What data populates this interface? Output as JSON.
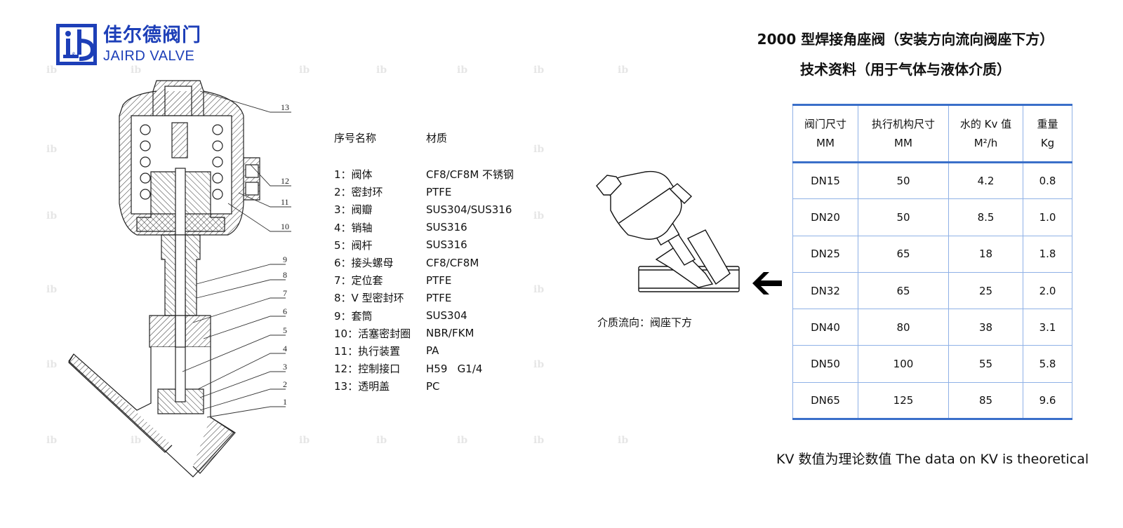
{
  "brand": {
    "name_cn": "佳尔德阀门",
    "name_en": "JAIRD VALVE",
    "color": "#1d3fb8"
  },
  "title": {
    "line1": "2000 型焊接角座阀（安装方向流向阀座下方）",
    "line2": "技术资料（用于气体与液体介质）"
  },
  "parts": {
    "header_name": "序号名称",
    "header_material": "材质",
    "items": [
      {
        "name": "1：阀体",
        "material": "CF8/CF8M 不锈钢"
      },
      {
        "name": "2：密封环",
        "material": "PTFE"
      },
      {
        "name": "3：阀瓣",
        "material": "SUS304/SUS316"
      },
      {
        "name": "4：销轴",
        "material": "SUS316"
      },
      {
        "name": "5：阀杆",
        "material": "SUS316"
      },
      {
        "name": "6：接头螺母",
        "material": "CF8/CF8M"
      },
      {
        "name": "7：定位套",
        "material": "PTFE"
      },
      {
        "name": "8：V 型密封环",
        "material": "PTFE"
      },
      {
        "name": "9：套筒",
        "material": "SUS304"
      },
      {
        "name": "10：活塞密封圈",
        "material": "NBR/FKM"
      },
      {
        "name": "11：执行装置",
        "material": "PA"
      },
      {
        "name": "12：控制接口",
        "material": "H59   G1/4"
      },
      {
        "name": "13：透明盖",
        "material": "PC"
      }
    ]
  },
  "drawing": {
    "callouts": [
      "13",
      "12",
      "11",
      "10",
      "9",
      "8",
      "7",
      "6",
      "5",
      "4",
      "3",
      "2",
      "1"
    ]
  },
  "flow": {
    "caption": "介质流向：阀座下方",
    "arrow_icon": "arrow-left-icon"
  },
  "table": {
    "headers": [
      {
        "line1": "阀门尺寸",
        "line2": "MM"
      },
      {
        "line1": "执行机构尺寸",
        "line2": "MM"
      },
      {
        "line1": "水的 Kv 值",
        "line2": "M²/h"
      },
      {
        "line1": "重量",
        "line2": "Kg"
      }
    ],
    "rows": [
      [
        "DN15",
        "50",
        "4.2",
        "0.8"
      ],
      [
        "DN20",
        "50",
        "8.5",
        "1.0"
      ],
      [
        "DN25",
        "65",
        "18",
        "1.8"
      ],
      [
        "DN32",
        "65",
        "25",
        "2.0"
      ],
      [
        "DN40",
        "80",
        "38",
        "3.1"
      ],
      [
        "DN50",
        "100",
        "55",
        "5.8"
      ],
      [
        "DN65",
        "125",
        "85",
        "9.6"
      ]
    ],
    "border_color": "#3a6fc9",
    "grid_color": "#8fb1e6"
  },
  "note": "KV 数值为理论数值 The data on KV is theoretical"
}
